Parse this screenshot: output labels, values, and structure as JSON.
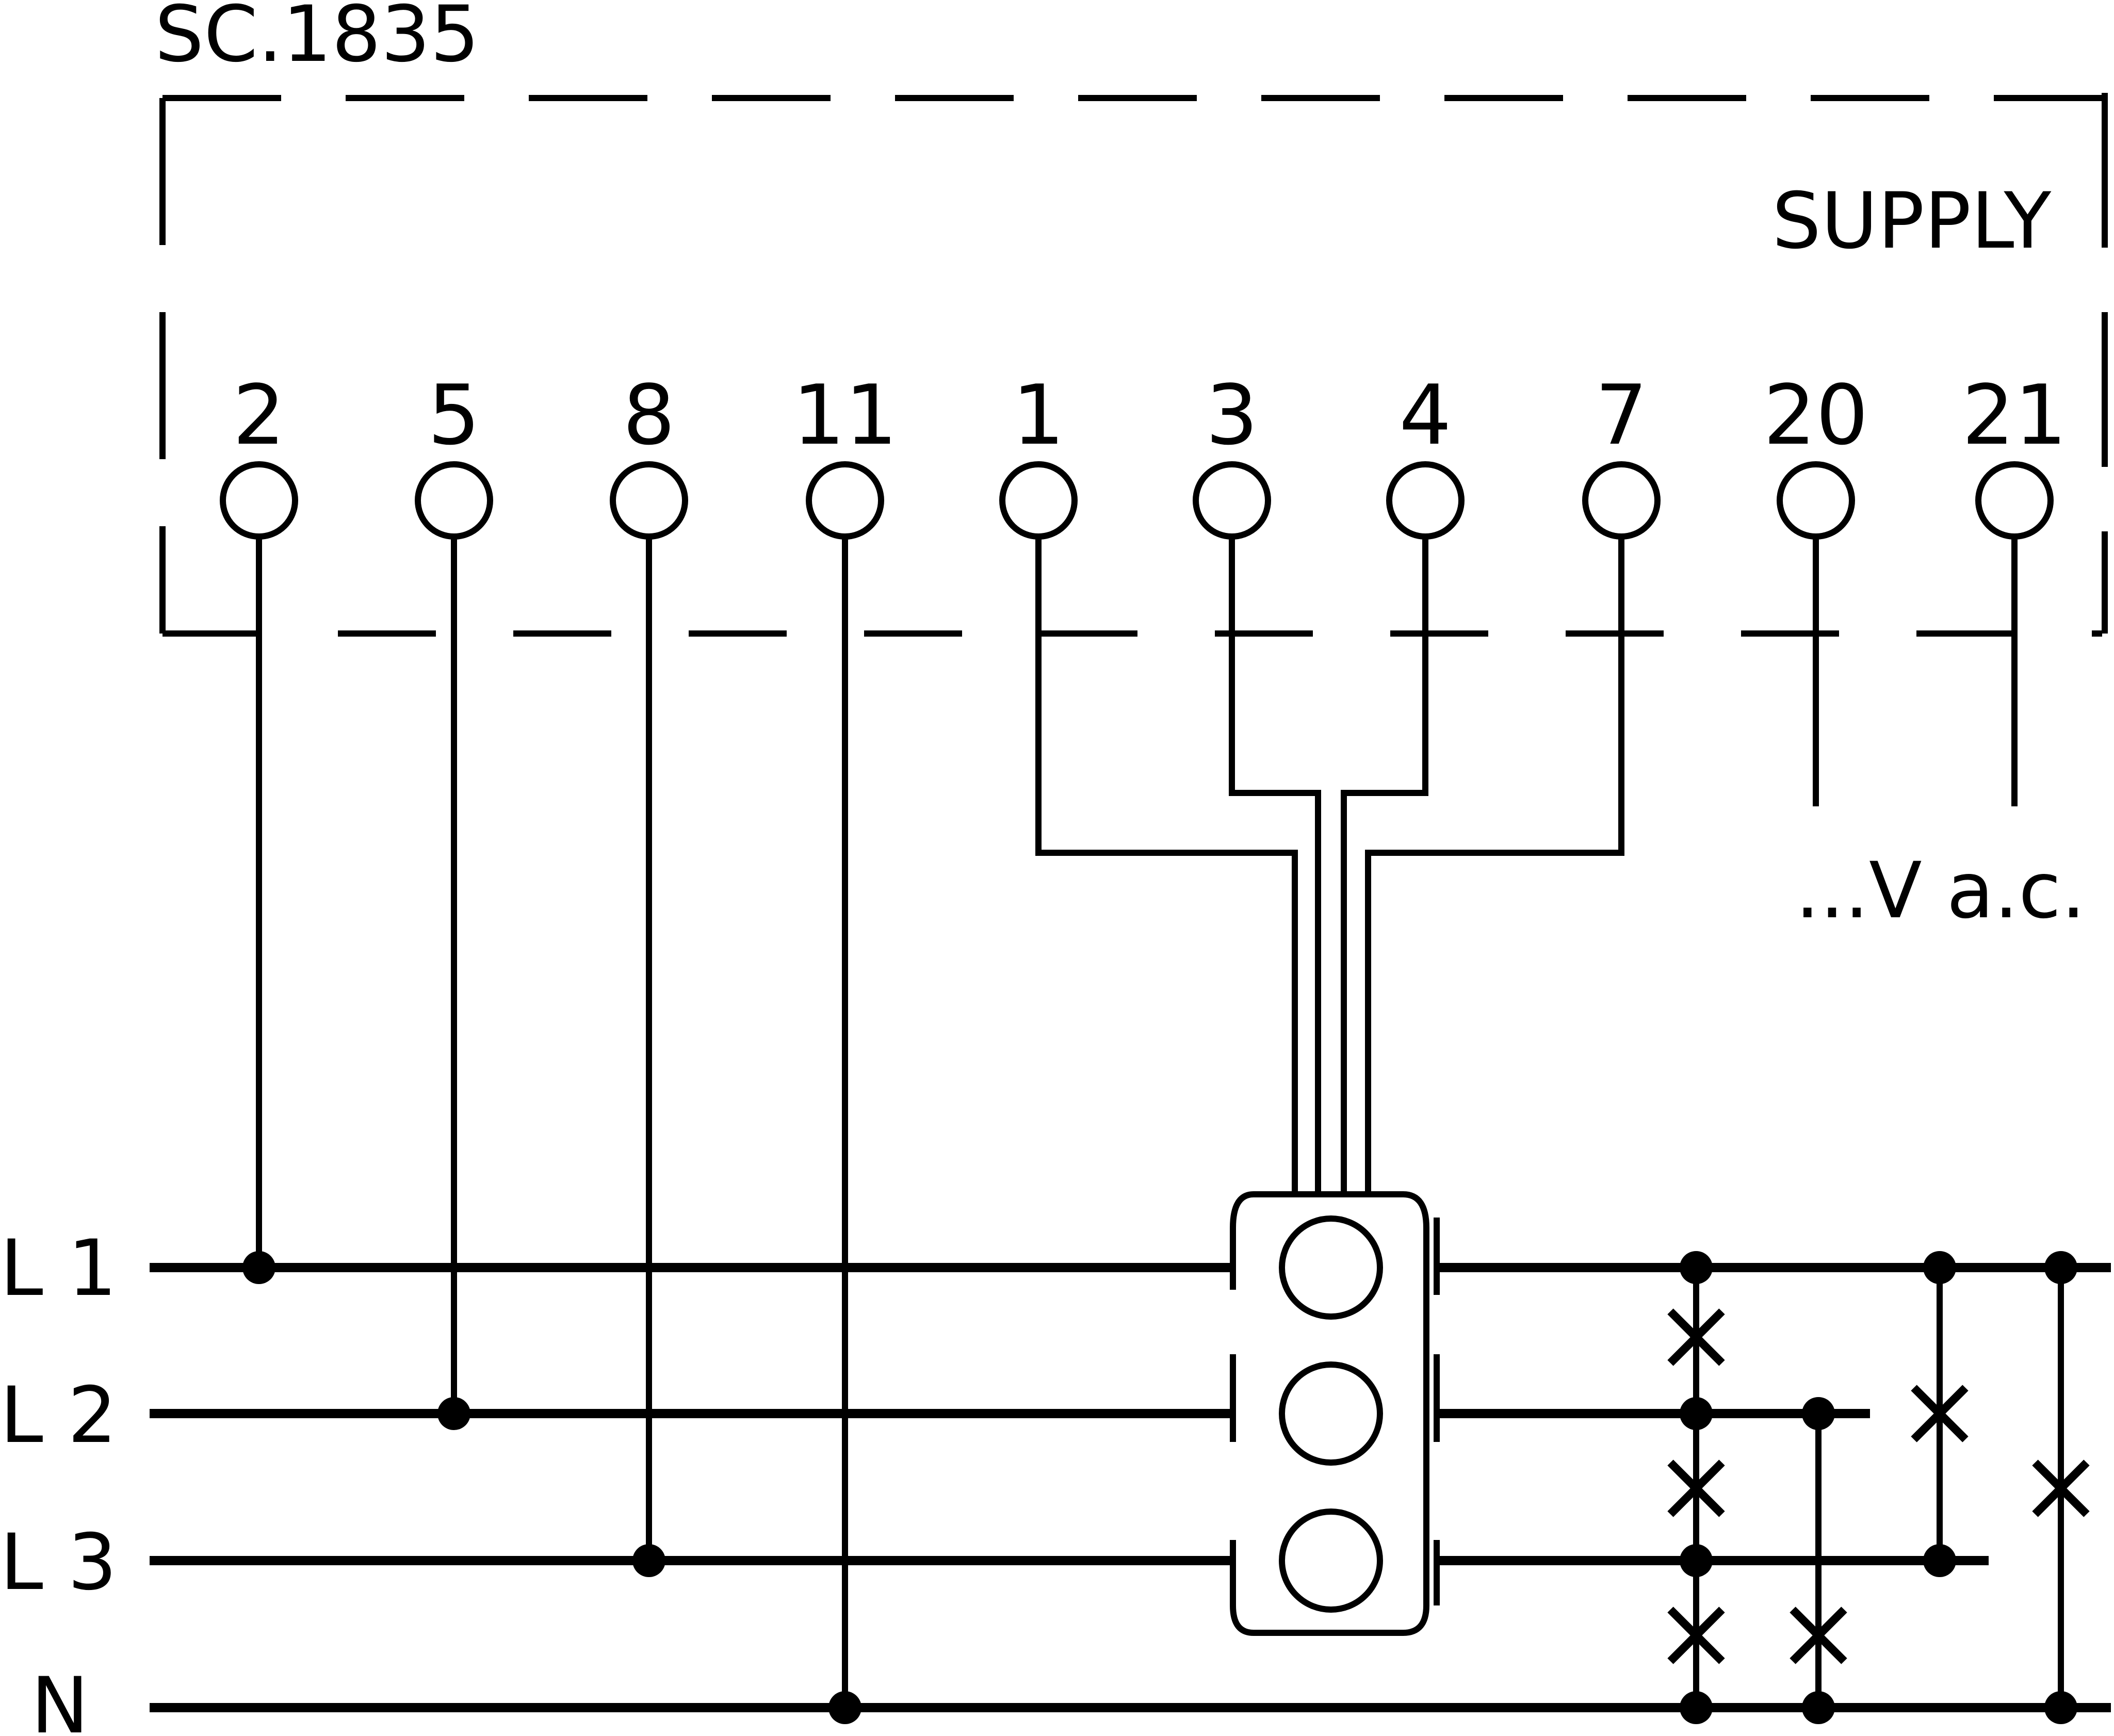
{
  "header": {
    "model": "SC.1835"
  },
  "supply": {
    "label": "SUPPLY",
    "voltage": "...V a.c."
  },
  "terminals": [
    "2",
    "5",
    "8",
    "11",
    "1",
    "3",
    "4",
    "7",
    "20",
    "21"
  ],
  "bus_labels": {
    "l1": "L 1",
    "l2": "L 2",
    "l3": "L 3",
    "n": "N"
  }
}
